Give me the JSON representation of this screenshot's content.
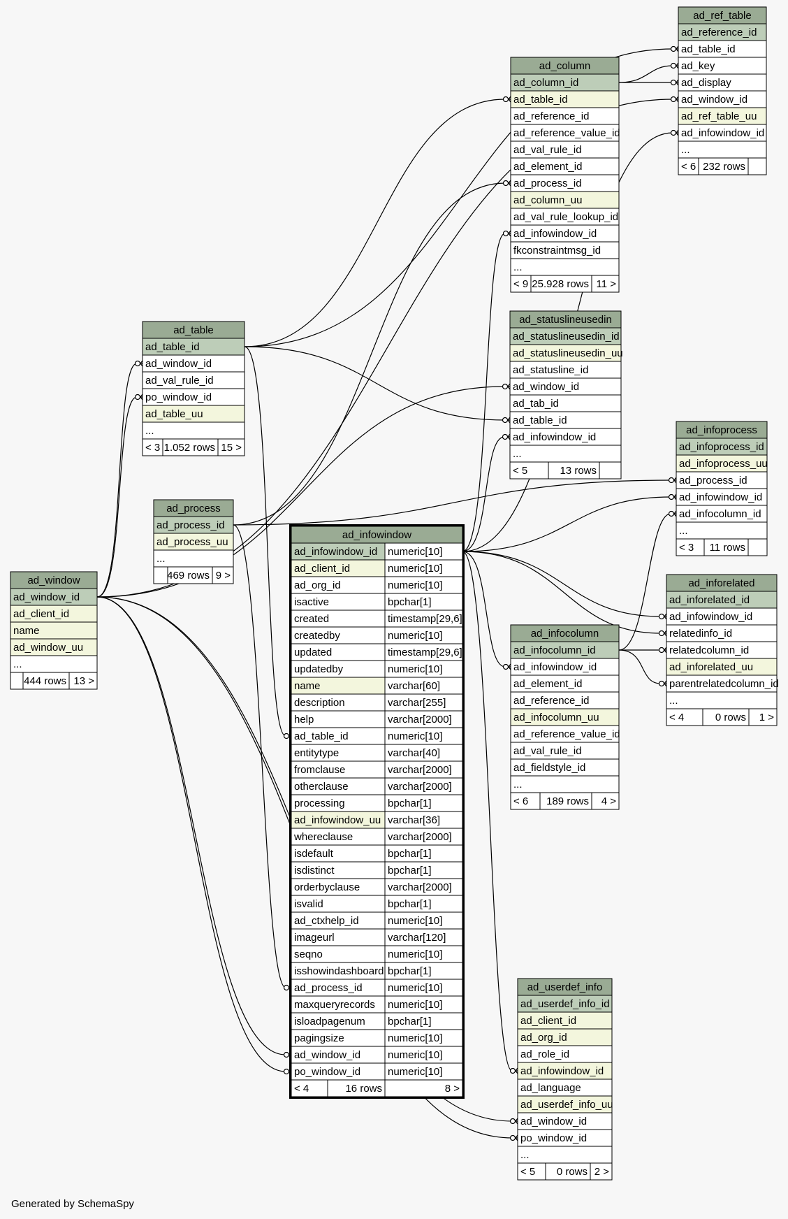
{
  "footer": "Generated by SchemaSpy",
  "colors": {
    "background": "#f7f7f7",
    "header": "#9aab94",
    "primary_key": "#bdcdb8",
    "unique_column": "#f3f6dd",
    "plain_column": "#ffffff",
    "border": "#000000"
  },
  "tables": [
    {
      "name": "ad_ref_table",
      "columns": [
        {
          "name": "ad_reference_id",
          "kind": "pk"
        },
        {
          "name": "ad_table_id",
          "kind": "fk"
        },
        {
          "name": "ad_key",
          "kind": "fk"
        },
        {
          "name": "ad_display",
          "kind": "fk"
        },
        {
          "name": "ad_window_id",
          "kind": "fk"
        },
        {
          "name": "ad_ref_table_uu",
          "kind": "uq"
        },
        {
          "name": "ad_infowindow_id",
          "kind": "fk"
        },
        {
          "name": "...",
          "kind": "plain"
        }
      ],
      "footer": {
        "left": "< 6",
        "rows": "232 rows",
        "right": ""
      }
    },
    {
      "name": "ad_column",
      "columns": [
        {
          "name": "ad_column_id",
          "kind": "pk"
        },
        {
          "name": "ad_table_id",
          "kind": "uq"
        },
        {
          "name": "ad_reference_id",
          "kind": "plain"
        },
        {
          "name": "ad_reference_value_id",
          "kind": "plain"
        },
        {
          "name": "ad_val_rule_id",
          "kind": "plain"
        },
        {
          "name": "ad_element_id",
          "kind": "plain"
        },
        {
          "name": "ad_process_id",
          "kind": "fk"
        },
        {
          "name": "ad_column_uu",
          "kind": "uq"
        },
        {
          "name": "ad_val_rule_lookup_id",
          "kind": "plain"
        },
        {
          "name": "ad_infowindow_id",
          "kind": "fk"
        },
        {
          "name": "fkconstraintmsg_id",
          "kind": "plain"
        },
        {
          "name": "...",
          "kind": "plain"
        }
      ],
      "footer": {
        "left": "< 9",
        "rows": "25.928 rows",
        "right": "11 >"
      }
    },
    {
      "name": "ad_table",
      "columns": [
        {
          "name": "ad_table_id",
          "kind": "pk"
        },
        {
          "name": "ad_window_id",
          "kind": "fk"
        },
        {
          "name": "ad_val_rule_id",
          "kind": "plain"
        },
        {
          "name": "po_window_id",
          "kind": "fk"
        },
        {
          "name": "ad_table_uu",
          "kind": "uq"
        },
        {
          "name": "...",
          "kind": "plain"
        }
      ],
      "footer": {
        "left": "< 3",
        "rows": "1.052 rows",
        "right": "15 >"
      }
    },
    {
      "name": "ad_statuslineusedin",
      "columns": [
        {
          "name": "ad_statuslineusedin_id",
          "kind": "pk"
        },
        {
          "name": "ad_statuslineusedin_uu",
          "kind": "uq"
        },
        {
          "name": "ad_statusline_id",
          "kind": "plain"
        },
        {
          "name": "ad_window_id",
          "kind": "fk"
        },
        {
          "name": "ad_tab_id",
          "kind": "plain"
        },
        {
          "name": "ad_table_id",
          "kind": "fk"
        },
        {
          "name": "ad_infowindow_id",
          "kind": "fk"
        },
        {
          "name": "...",
          "kind": "plain"
        }
      ],
      "footer": {
        "left": "< 5",
        "rows": "13 rows",
        "right": ""
      }
    },
    {
      "name": "ad_infoprocess",
      "columns": [
        {
          "name": "ad_infoprocess_id",
          "kind": "pk"
        },
        {
          "name": "ad_infoprocess_uu",
          "kind": "uq"
        },
        {
          "name": "ad_process_id",
          "kind": "fk"
        },
        {
          "name": "ad_infowindow_id",
          "kind": "fk"
        },
        {
          "name": "ad_infocolumn_id",
          "kind": "fk"
        },
        {
          "name": "...",
          "kind": "plain"
        }
      ],
      "footer": {
        "left": "< 3",
        "rows": "11 rows",
        "right": ""
      }
    },
    {
      "name": "ad_process",
      "columns": [
        {
          "name": "ad_process_id",
          "kind": "pk"
        },
        {
          "name": "ad_process_uu",
          "kind": "uq"
        },
        {
          "name": "...",
          "kind": "plain"
        }
      ],
      "footer": {
        "left": "",
        "rows": "469 rows",
        "right": "9 >"
      }
    },
    {
      "name": "ad_window",
      "columns": [
        {
          "name": "ad_window_id",
          "kind": "pk"
        },
        {
          "name": "ad_client_id",
          "kind": "uq"
        },
        {
          "name": "name",
          "kind": "uq"
        },
        {
          "name": "ad_window_uu",
          "kind": "uq"
        },
        {
          "name": "...",
          "kind": "plain"
        }
      ],
      "footer": {
        "left": "",
        "rows": "444 rows",
        "right": "13 >"
      }
    },
    {
      "name": "ad_infowindow",
      "focus": true,
      "columns": [
        {
          "name": "ad_infowindow_id",
          "type": "numeric[10]",
          "kind": "pk"
        },
        {
          "name": "ad_client_id",
          "type": "numeric[10]",
          "kind": "uq"
        },
        {
          "name": "ad_org_id",
          "type": "numeric[10]",
          "kind": "plain"
        },
        {
          "name": "isactive",
          "type": "bpchar[1]",
          "kind": "plain"
        },
        {
          "name": "created",
          "type": "timestamp[29,6]",
          "kind": "plain"
        },
        {
          "name": "createdby",
          "type": "numeric[10]",
          "kind": "plain"
        },
        {
          "name": "updated",
          "type": "timestamp[29,6]",
          "kind": "plain"
        },
        {
          "name": "updatedby",
          "type": "numeric[10]",
          "kind": "plain"
        },
        {
          "name": "name",
          "type": "varchar[60]",
          "kind": "uq"
        },
        {
          "name": "description",
          "type": "varchar[255]",
          "kind": "plain"
        },
        {
          "name": "help",
          "type": "varchar[2000]",
          "kind": "plain"
        },
        {
          "name": "ad_table_id",
          "type": "numeric[10]",
          "kind": "fk"
        },
        {
          "name": "entitytype",
          "type": "varchar[40]",
          "kind": "plain"
        },
        {
          "name": "fromclause",
          "type": "varchar[2000]",
          "kind": "plain"
        },
        {
          "name": "otherclause",
          "type": "varchar[2000]",
          "kind": "plain"
        },
        {
          "name": "processing",
          "type": "bpchar[1]",
          "kind": "plain"
        },
        {
          "name": "ad_infowindow_uu",
          "type": "varchar[36]",
          "kind": "uq"
        },
        {
          "name": "whereclause",
          "type": "varchar[2000]",
          "kind": "plain"
        },
        {
          "name": "isdefault",
          "type": "bpchar[1]",
          "kind": "plain"
        },
        {
          "name": "isdistinct",
          "type": "bpchar[1]",
          "kind": "plain"
        },
        {
          "name": "orderbyclause",
          "type": "varchar[2000]",
          "kind": "plain"
        },
        {
          "name": "isvalid",
          "type": "bpchar[1]",
          "kind": "plain"
        },
        {
          "name": "ad_ctxhelp_id",
          "type": "numeric[10]",
          "kind": "plain"
        },
        {
          "name": "imageurl",
          "type": "varchar[120]",
          "kind": "plain"
        },
        {
          "name": "seqno",
          "type": "numeric[10]",
          "kind": "plain"
        },
        {
          "name": "isshowindashboard",
          "type": "bpchar[1]",
          "kind": "plain"
        },
        {
          "name": "ad_process_id",
          "type": "numeric[10]",
          "kind": "fk"
        },
        {
          "name": "maxqueryrecords",
          "type": "numeric[10]",
          "kind": "plain"
        },
        {
          "name": "isloadpagenum",
          "type": "bpchar[1]",
          "kind": "plain"
        },
        {
          "name": "pagingsize",
          "type": "numeric[10]",
          "kind": "plain"
        },
        {
          "name": "ad_window_id",
          "type": "numeric[10]",
          "kind": "fk"
        },
        {
          "name": "po_window_id",
          "type": "numeric[10]",
          "kind": "fk"
        }
      ],
      "footer": {
        "left": "< 4",
        "rows": "16 rows",
        "right": "8 >"
      }
    },
    {
      "name": "ad_infocolumn",
      "columns": [
        {
          "name": "ad_infocolumn_id",
          "kind": "pk"
        },
        {
          "name": "ad_infowindow_id",
          "kind": "fk"
        },
        {
          "name": "ad_element_id",
          "kind": "plain"
        },
        {
          "name": "ad_reference_id",
          "kind": "plain"
        },
        {
          "name": "ad_infocolumn_uu",
          "kind": "uq"
        },
        {
          "name": "ad_reference_value_id",
          "kind": "plain"
        },
        {
          "name": "ad_val_rule_id",
          "kind": "plain"
        },
        {
          "name": "ad_fieldstyle_id",
          "kind": "plain"
        },
        {
          "name": "...",
          "kind": "plain"
        }
      ],
      "footer": {
        "left": "< 6",
        "rows": "189 rows",
        "right": "4 >"
      }
    },
    {
      "name": "ad_inforelated",
      "columns": [
        {
          "name": "ad_inforelated_id",
          "kind": "pk"
        },
        {
          "name": "ad_infowindow_id",
          "kind": "fk"
        },
        {
          "name": "relatedinfo_id",
          "kind": "fk"
        },
        {
          "name": "relatedcolumn_id",
          "kind": "fk"
        },
        {
          "name": "ad_inforelated_uu",
          "kind": "uq"
        },
        {
          "name": "parentrelatedcolumn_id",
          "kind": "fk"
        },
        {
          "name": "...",
          "kind": "plain"
        }
      ],
      "footer": {
        "left": "< 4",
        "rows": "0 rows",
        "right": "1 >"
      }
    },
    {
      "name": "ad_userdef_info",
      "columns": [
        {
          "name": "ad_userdef_info_id",
          "kind": "pk"
        },
        {
          "name": "ad_client_id",
          "kind": "uq"
        },
        {
          "name": "ad_org_id",
          "kind": "uq"
        },
        {
          "name": "ad_role_id",
          "kind": "plain"
        },
        {
          "name": "ad_infowindow_id",
          "kind": "uq"
        },
        {
          "name": "ad_language",
          "kind": "plain"
        },
        {
          "name": "ad_userdef_info_uu",
          "kind": "uq"
        },
        {
          "name": "ad_window_id",
          "kind": "fk"
        },
        {
          "name": "po_window_id",
          "kind": "fk"
        },
        {
          "name": "...",
          "kind": "plain"
        }
      ],
      "footer": {
        "left": "< 5",
        "rows": "0 rows",
        "right": "2 >"
      }
    }
  ],
  "relationships": [
    {
      "from_table": "ad_table",
      "from_col": "ad_window_id",
      "to_table": "ad_window",
      "to_col": "ad_window_id"
    },
    {
      "from_table": "ad_table",
      "from_col": "po_window_id",
      "to_table": "ad_window",
      "to_col": "ad_window_id"
    },
    {
      "from_table": "ad_ref_table",
      "from_col": "ad_table_id",
      "to_table": "ad_table",
      "to_col": "ad_table_id"
    },
    {
      "from_table": "ad_ref_table",
      "from_col": "ad_key",
      "to_table": "ad_column",
      "to_col": "ad_column_id"
    },
    {
      "from_table": "ad_ref_table",
      "from_col": "ad_display",
      "to_table": "ad_column",
      "to_col": "ad_column_id"
    },
    {
      "from_table": "ad_ref_table",
      "from_col": "ad_window_id",
      "to_table": "ad_window",
      "to_col": "ad_window_id"
    },
    {
      "from_table": "ad_ref_table",
      "from_col": "ad_infowindow_id",
      "to_table": "ad_infowindow",
      "to_col": "ad_infowindow_id"
    },
    {
      "from_table": "ad_column",
      "from_col": "ad_table_id",
      "to_table": "ad_table",
      "to_col": "ad_table_id"
    },
    {
      "from_table": "ad_column",
      "from_col": "ad_process_id",
      "to_table": "ad_process",
      "to_col": "ad_process_id"
    },
    {
      "from_table": "ad_column",
      "from_col": "ad_infowindow_id",
      "to_table": "ad_infowindow",
      "to_col": "ad_infowindow_id"
    },
    {
      "from_table": "ad_statuslineusedin",
      "from_col": "ad_window_id",
      "to_table": "ad_window",
      "to_col": "ad_window_id"
    },
    {
      "from_table": "ad_statuslineusedin",
      "from_col": "ad_table_id",
      "to_table": "ad_table",
      "to_col": "ad_table_id"
    },
    {
      "from_table": "ad_statuslineusedin",
      "from_col": "ad_infowindow_id",
      "to_table": "ad_infowindow",
      "to_col": "ad_infowindow_id"
    },
    {
      "from_table": "ad_infoprocess",
      "from_col": "ad_process_id",
      "to_table": "ad_process",
      "to_col": "ad_process_id"
    },
    {
      "from_table": "ad_infoprocess",
      "from_col": "ad_infowindow_id",
      "to_table": "ad_infowindow",
      "to_col": "ad_infowindow_id"
    },
    {
      "from_table": "ad_infoprocess",
      "from_col": "ad_infocolumn_id",
      "to_table": "ad_infocolumn",
      "to_col": "ad_infocolumn_id"
    },
    {
      "from_table": "ad_infowindow",
      "from_col": "ad_table_id",
      "to_table": "ad_table",
      "to_col": "ad_table_id"
    },
    {
      "from_table": "ad_infowindow",
      "from_col": "ad_process_id",
      "to_table": "ad_process",
      "to_col": "ad_process_id"
    },
    {
      "from_table": "ad_infowindow",
      "from_col": "ad_window_id",
      "to_table": "ad_window",
      "to_col": "ad_window_id"
    },
    {
      "from_table": "ad_infowindow",
      "from_col": "po_window_id",
      "to_table": "ad_window",
      "to_col": "ad_window_id"
    },
    {
      "from_table": "ad_infocolumn",
      "from_col": "ad_infowindow_id",
      "to_table": "ad_infowindow",
      "to_col": "ad_infowindow_id"
    },
    {
      "from_table": "ad_inforelated",
      "from_col": "ad_infowindow_id",
      "to_table": "ad_infowindow",
      "to_col": "ad_infowindow_id"
    },
    {
      "from_table": "ad_inforelated",
      "from_col": "relatedinfo_id",
      "to_table": "ad_infowindow",
      "to_col": "ad_infowindow_id"
    },
    {
      "from_table": "ad_inforelated",
      "from_col": "relatedcolumn_id",
      "to_table": "ad_infocolumn",
      "to_col": "ad_infocolumn_id"
    },
    {
      "from_table": "ad_inforelated",
      "from_col": "parentrelatedcolumn_id",
      "to_table": "ad_infocolumn",
      "to_col": "ad_infocolumn_id"
    },
    {
      "from_table": "ad_userdef_info",
      "from_col": "ad_infowindow_id",
      "to_table": "ad_infowindow",
      "to_col": "ad_infowindow_id"
    },
    {
      "from_table": "ad_userdef_info",
      "from_col": "ad_window_id",
      "to_table": "ad_window",
      "to_col": "ad_window_id"
    },
    {
      "from_table": "ad_userdef_info",
      "from_col": "po_window_id",
      "to_table": "ad_window",
      "to_col": "ad_window_id"
    }
  ]
}
